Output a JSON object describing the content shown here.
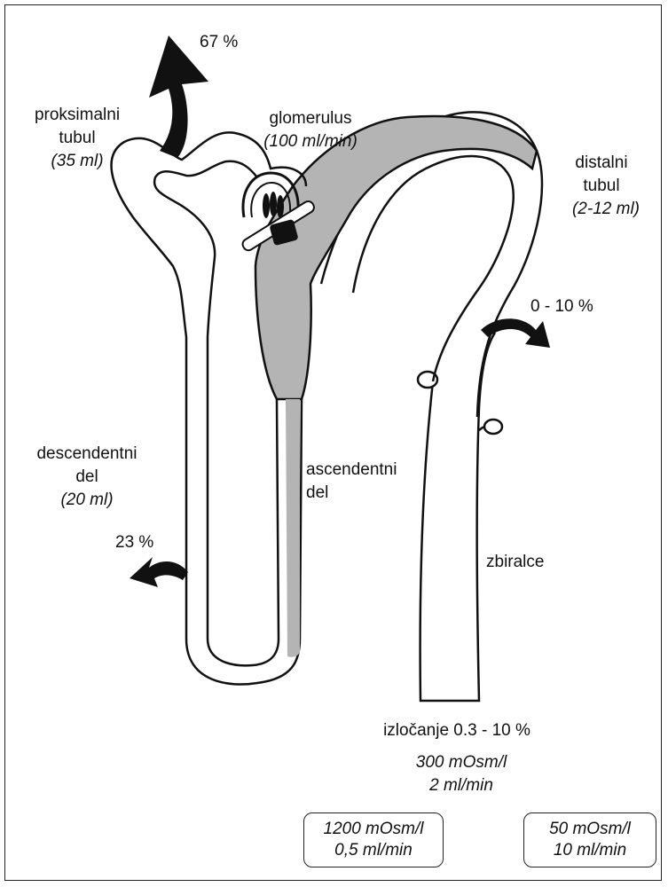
{
  "labels": {
    "pct_top": "67 %",
    "proximal_1": "proksimalni",
    "proximal_2": "tubul",
    "proximal_vol": "(35 ml)",
    "glomerulus": "glomerulus",
    "glomerulus_rate": "(100 ml/min)",
    "distal_1": "distalni",
    "distal_2": "tubul",
    "distal_vol": "(2-12 ml)",
    "pct_distal": "0 - 10 %",
    "descending_1": "descendentni",
    "descending_2": "del",
    "descending_vol": "(20 ml)",
    "ascending_1": "ascendentni",
    "ascending_2": "del",
    "pct_loop": "23 %",
    "collecting": "zbiralce",
    "excretion": "izločanje 0.3 - 10 %",
    "osm_mid_1": "300 mOsm/l",
    "osm_mid_2": "2 ml/min"
  },
  "boxes": {
    "concentrated": {
      "line1": "1200 mOsm/l",
      "line2": "0,5 ml/min"
    },
    "dilute": {
      "line1": "50 mOsm/l",
      "line2": "10 ml/min"
    }
  },
  "colors": {
    "outline": "#111111",
    "shaded_segment": "#b4b4b4",
    "arrow": "#111111"
  }
}
